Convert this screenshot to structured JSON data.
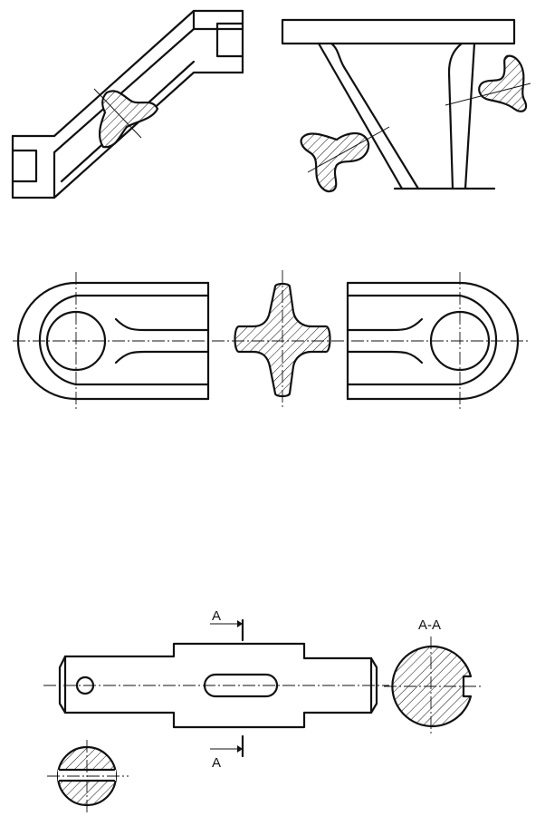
{
  "labels": {
    "cut_top": "A",
    "cut_bottom": "A",
    "section_title": "A-A"
  }
}
